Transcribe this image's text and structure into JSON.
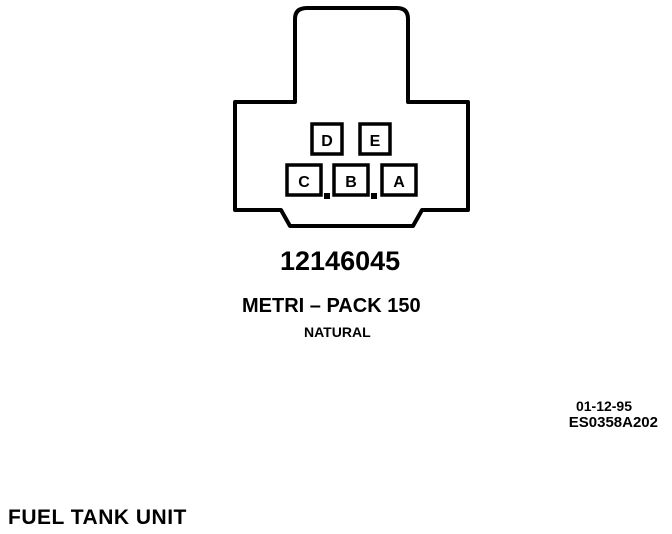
{
  "connector": {
    "part_number": "12146045",
    "name": "METRI – PACK 150",
    "color": "NATURAL",
    "pins": [
      "D",
      "E",
      "C",
      "B",
      "A"
    ]
  },
  "reference": {
    "date": "01-12-95",
    "code": "ES0358A202"
  },
  "footer": {
    "title": "FUEL TANK UNIT"
  }
}
